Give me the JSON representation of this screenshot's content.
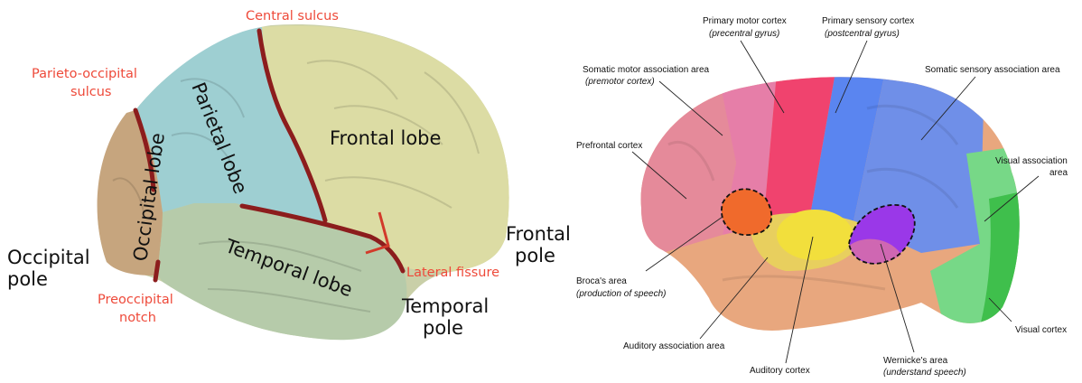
{
  "left_diagram": {
    "lobes": {
      "frontal": "Frontal lobe",
      "parietal": "Parietal lobe",
      "occipital": "Occipital lobe",
      "temporal": "Temporal lobe"
    },
    "poles": {
      "occipital": [
        "Occipital",
        "pole"
      ],
      "frontal": [
        "Frontal",
        "pole"
      ],
      "temporal": [
        "Temporal",
        "pole"
      ]
    },
    "landmarks": {
      "central_sulcus": "Central sulcus",
      "parieto_occipital": [
        "Parieto-occipital",
        "sulcus"
      ],
      "preoccipital": [
        "Preoccipital",
        "notch"
      ],
      "lateral_fissure": "Lateral fissure"
    },
    "colors": {
      "frontal": "#dcdca4",
      "parietal": "#9ecfd2",
      "occipital": "#c6a57e",
      "temporal": "#b6cbaa",
      "sulcus": "#8c1d1d",
      "label_red": "#ee4a3a"
    }
  },
  "right_diagram": {
    "labels": {
      "primary_motor": [
        "Primary motor cortex",
        "(precentral gyrus)"
      ],
      "primary_sensory": [
        "Primary sensory cortex",
        "(postcentral gyrus)"
      ],
      "somatic_motor_assoc": [
        "Somatic motor association area",
        "(premotor cortex)"
      ],
      "somatic_sensory_assoc": "Somatic sensory association area",
      "prefrontal": "Prefrontal cortex",
      "visual_assoc": [
        "Visual association",
        "area"
      ],
      "brocas": [
        "Broca's area",
        "(production of speech)"
      ],
      "visual_cortex": "Visual cortex",
      "auditory_assoc": "Auditory association area",
      "auditory_cortex": "Auditory cortex",
      "wernickes": [
        "Wernicke's area",
        "(understand speech)"
      ]
    },
    "colors": {
      "prefrontal": "#e58a9a",
      "premotor": "#e67ea8",
      "motor": "#f0436e",
      "sensory": "#5a85f0",
      "sensory_assoc": "#6f8fe8",
      "visual_assoc": "#77d887",
      "visual": "#3fbf4c",
      "temporal": "#e8a77e",
      "auditory": "#f2df3c",
      "auditory_assoc": "#e8cf5e",
      "broca": "#f06a2c",
      "wernicke": "#9a38e8"
    }
  }
}
